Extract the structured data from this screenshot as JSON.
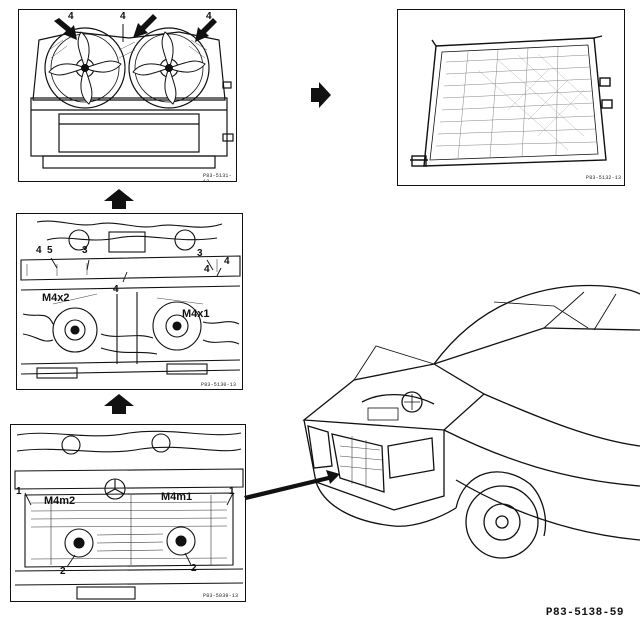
{
  "panels": {
    "fans": {
      "ref": "P83-5131-13",
      "labels": [
        "4",
        "4",
        "4"
      ]
    },
    "condenser": {
      "ref": "P83-5132-13"
    },
    "engine": {
      "ref": "P83-5130-13",
      "labels": {
        "four_a": "4",
        "five": "5",
        "three_a": "3",
        "three_b": "3",
        "four_b": "4",
        "four_c": "4",
        "four_d": "4",
        "m4x2": "M4x2",
        "m4x1": "M4x1"
      }
    },
    "front": {
      "ref": "P83-5039-13",
      "labels": {
        "one_left": "1",
        "one_right": "1",
        "m4m2": "M4m2",
        "m4m1": "M4m1",
        "two_left": "2",
        "two_right": "2"
      }
    }
  },
  "figure_ref": "P83-5138-59"
}
